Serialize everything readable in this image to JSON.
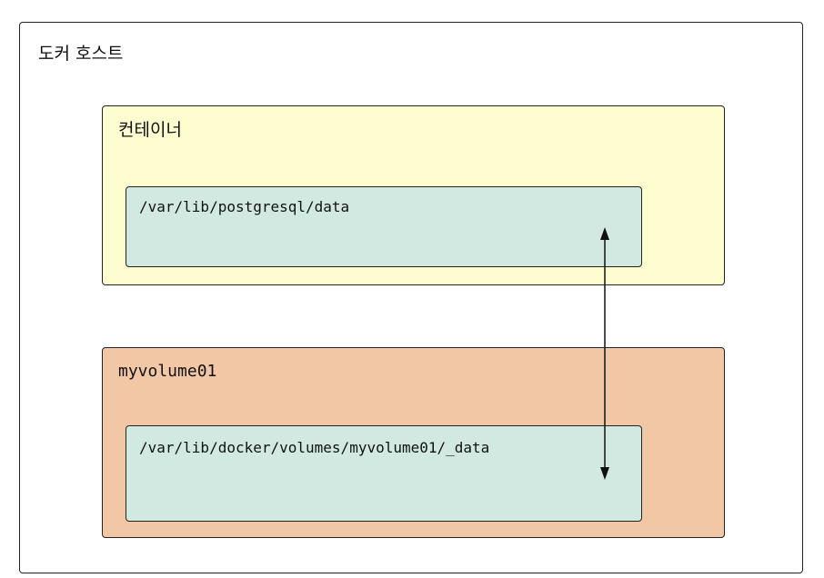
{
  "host": {
    "label": "도커 호스트"
  },
  "container": {
    "label": "컨테이너",
    "path": "/var/lib/postgresql/data"
  },
  "volume": {
    "label": "myvolume01",
    "path": "/var/lib/docker/volumes/myvolume01/_data"
  },
  "colors": {
    "host_fill": "#ffffff",
    "container_fill": "#fefdd0",
    "volume_fill": "#f2c7a5",
    "path_fill": "#d2e9e2",
    "stroke": "#222222"
  }
}
